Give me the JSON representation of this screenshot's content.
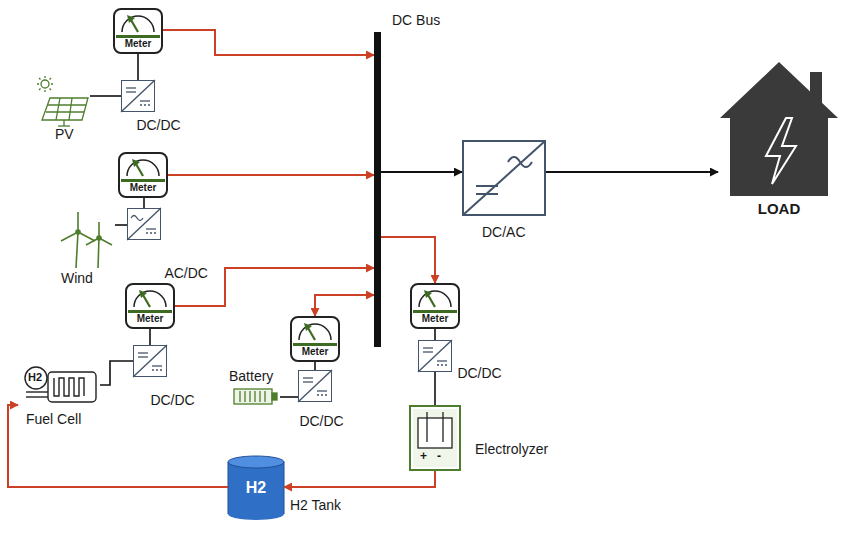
{
  "diagram": {
    "nodes": [
      {
        "text": [
          "Meter"
        ]
      },
      {
        "text": [
          "DC/DC"
        ]
      },
      {
        "text": [
          "PV"
        ]
      },
      {
        "text": [
          "Meter"
        ]
      },
      {
        "text": [
          "AC/DC"
        ]
      },
      {
        "text": [
          "Wind"
        ]
      },
      {
        "text": [
          "Meter"
        ]
      },
      {
        "text": [
          "DC/DC"
        ]
      },
      {
        "text": [
          "H2",
          "Fuel Cell"
        ]
      },
      {
        "text": [
          "Meter"
        ]
      },
      {
        "text": [
          "DC/DC"
        ]
      },
      {
        "text": [
          "Battery"
        ]
      },
      {
        "text": [
          "Meter"
        ]
      },
      {
        "text": [
          "DC/DC"
        ]
      },
      {
        "text": [
          "Electrolyzer"
        ]
      },
      {
        "text": [
          "H2",
          "H2 Tank"
        ]
      },
      {
        "text": [
          "DC Bus"
        ]
      },
      {
        "text": [
          "DC/AC"
        ]
      },
      {
        "text": [
          "LOAD"
        ]
      }
    ],
    "edges": [
      {
        "from": 0,
        "to": 16,
        "arrow": "to"
      },
      {
        "from": 3,
        "to": 16,
        "arrow": "to"
      },
      {
        "from": 6,
        "to": 16,
        "arrow": "to"
      },
      {
        "from": 9,
        "to": 16,
        "arrow": "both"
      },
      {
        "from": 16,
        "to": 12,
        "arrow": "to"
      },
      {
        "from": 14,
        "to": 15,
        "arrow": "to"
      },
      {
        "from": 15,
        "to": 8,
        "arrow": "to"
      },
      {
        "from": 16,
        "to": 17,
        "arrow": "to"
      },
      {
        "from": 17,
        "to": 18,
        "arrow": "to"
      },
      {
        "from": 0,
        "to": 1,
        "arrow": "none"
      },
      {
        "from": 1,
        "to": 2,
        "arrow": "none"
      },
      {
        "from": 3,
        "to": 4,
        "arrow": "none"
      },
      {
        "from": 4,
        "to": 5,
        "arrow": "none"
      },
      {
        "from": 6,
        "to": 7,
        "arrow": "none"
      },
      {
        "from": 7,
        "to": 8,
        "arrow": "none"
      },
      {
        "from": 9,
        "to": 10,
        "arrow": "none"
      },
      {
        "from": 10,
        "to": 11,
        "arrow": "none"
      },
      {
        "from": 12,
        "to": 13,
        "arrow": "none"
      },
      {
        "from": 13,
        "to": 14,
        "arrow": "none"
      }
    ],
    "labels": [
      "+",
      "-"
    ]
  }
}
